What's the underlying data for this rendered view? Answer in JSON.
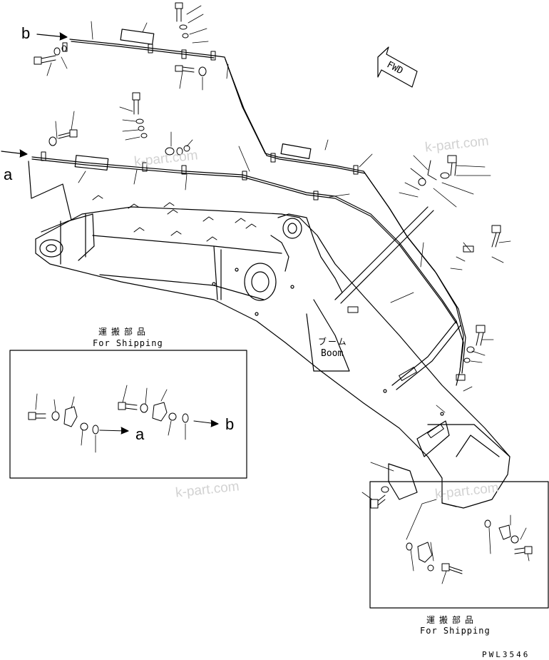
{
  "labels": {
    "ref_a_top": "a",
    "ref_b_top": "b",
    "ref_a_box": "a",
    "ref_b_box": "b",
    "fwd": "FWD",
    "boom_jp": "ブーム",
    "boom_en": "Boom",
    "shipping_left_jp": "運搬部品",
    "shipping_left_en": "For Shipping",
    "shipping_right_jp": "運搬部品",
    "shipping_right_en": "For Shipping",
    "drawing_code": "PWL3546"
  },
  "watermarks": {
    "w1": "k-part.com",
    "w2": "k-part.com",
    "w3": "k-part.com",
    "w4": "k-part.com"
  },
  "colors": {
    "line": "#000000",
    "watermark": "#d2d2d2",
    "background": "#ffffff"
  }
}
